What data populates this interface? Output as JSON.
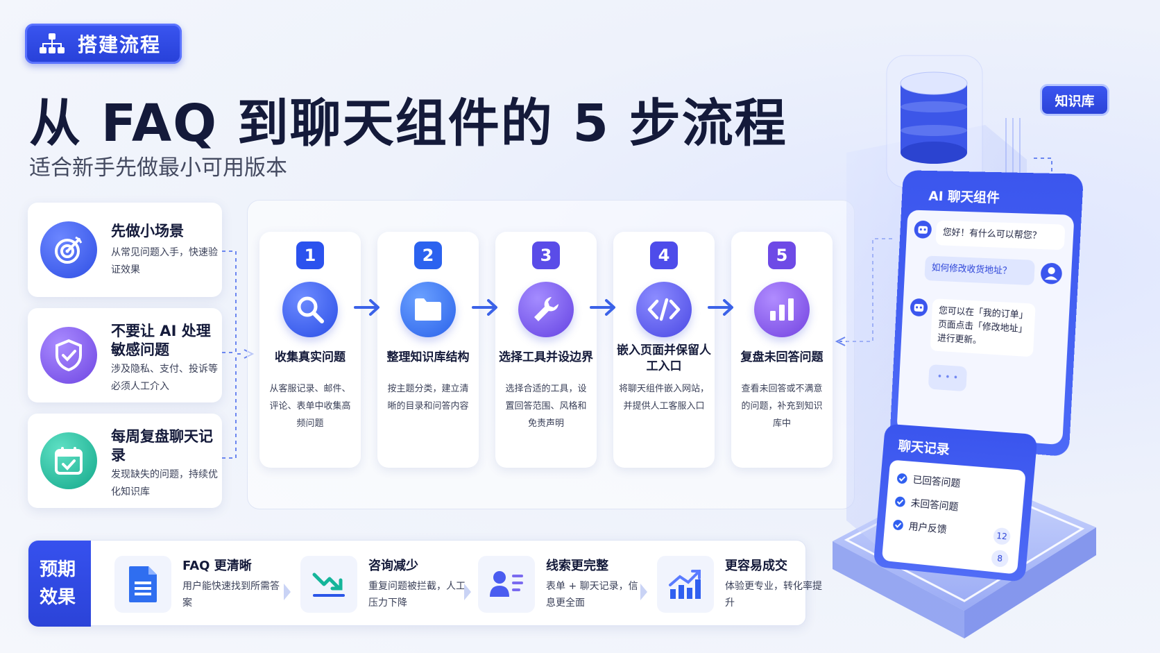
{
  "badge": {
    "label": "搭建流程",
    "icon": "org-chart-icon"
  },
  "title": "从 FAQ 到聊天组件的 5 步流程",
  "subtitle": "适合新手先做最小可用版本",
  "tips": [
    {
      "title": "先做小场景",
      "desc": "从常见问题入手，快速验证效果",
      "icon": "target-icon",
      "color": "#3b5cf0"
    },
    {
      "title": "不要让 AI 处理敏感问题",
      "desc": "涉及隐私、支付、投诉等必须人工介入",
      "icon": "shield-check-icon",
      "color": "#7c4fe8"
    },
    {
      "title": "每周复盘聊天记录",
      "desc": "发现缺失的问题，持续优化知识库",
      "icon": "calendar-check-icon",
      "color": "#18b89a"
    }
  ],
  "steps": [
    {
      "num": "1",
      "title": "收集真实问题",
      "desc": "从客服记录、邮件、评论、表单中收集高频问题",
      "icon": "search-icon",
      "color": "#2f5ff0"
    },
    {
      "num": "2",
      "title": "整理知识库结构",
      "desc": "按主题分类，建立清晰的目录和问答内容",
      "icon": "folder-icon",
      "color": "#2c6cf2"
    },
    {
      "num": "3",
      "title": "选择工具并设边界",
      "desc": "选择合适的工具，设置回答范围、风格和免责声明",
      "icon": "wrench-icon",
      "color": "#6a4ee8"
    },
    {
      "num": "4",
      "title": "嵌入页面并保留人工入口",
      "desc": "将聊天组件嵌入网站，并提供人工客服入口",
      "icon": "code-icon",
      "color": "#5a52ea"
    },
    {
      "num": "5",
      "title": "复盘未回答问题",
      "desc": "查看未回答或不满意的问题，补充到知识库中",
      "icon": "bar-chart-icon",
      "color": "#7a4ee6"
    }
  ],
  "results": {
    "label": "预期效果",
    "items": [
      {
        "title": "FAQ 更清晰",
        "desc": "用户能快速找到所需答案",
        "icon": "document-icon"
      },
      {
        "title": "咨询减少",
        "desc": "重复问题被拦截，人工压力下降",
        "icon": "trend-down-icon"
      },
      {
        "title": "线索更完整",
        "desc": "表单 + 聊天记录，信息更全面",
        "icon": "contact-card-icon"
      },
      {
        "title": "更容易成交",
        "desc": "体验更专业，转化率提升",
        "icon": "growth-chart-icon"
      }
    ]
  },
  "device": {
    "kb_label": "知识库",
    "chat_title": "AI 聊天组件",
    "bot_greeting": "您好！有什么可以帮您？",
    "user_question": "如何修改收货地址？",
    "bot_answer": "您可以在「我的订单」页面点击「修改地址」进行更新。",
    "typing": "• • •",
    "records_title": "聊天记录",
    "records": [
      "已回答问题",
      "未回答问题",
      "用户反馈"
    ],
    "counts": [
      "12",
      "8"
    ]
  }
}
